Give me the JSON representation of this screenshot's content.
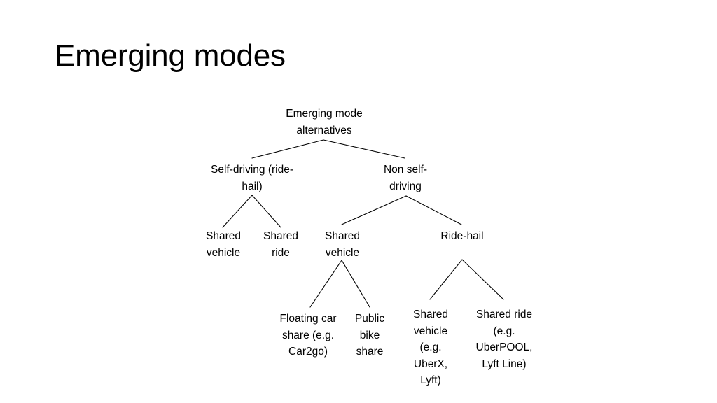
{
  "slide": {
    "title": "Emerging modes",
    "background_color": "#ffffff",
    "text_color": "#000000",
    "line_color": "#000000"
  },
  "tree": {
    "root": {
      "label": "Emerging mode alternatives"
    },
    "level1": [
      {
        "label": "Self-driving (ride-hail)"
      },
      {
        "label": "Non self-driving"
      }
    ],
    "level2": [
      {
        "label": "Shared vehicle"
      },
      {
        "label": "Shared ride"
      },
      {
        "label": "Shared vehicle"
      },
      {
        "label": "Ride-hail"
      }
    ],
    "level3": [
      {
        "label": "Floating car share (e.g. Car2go)"
      },
      {
        "label": "Public bike share"
      },
      {
        "label": "Shared vehicle (e.g. UberX, Lyft)"
      },
      {
        "label": "Shared ride (e.g. UberPOOL, Lyft Line)"
      }
    ]
  }
}
